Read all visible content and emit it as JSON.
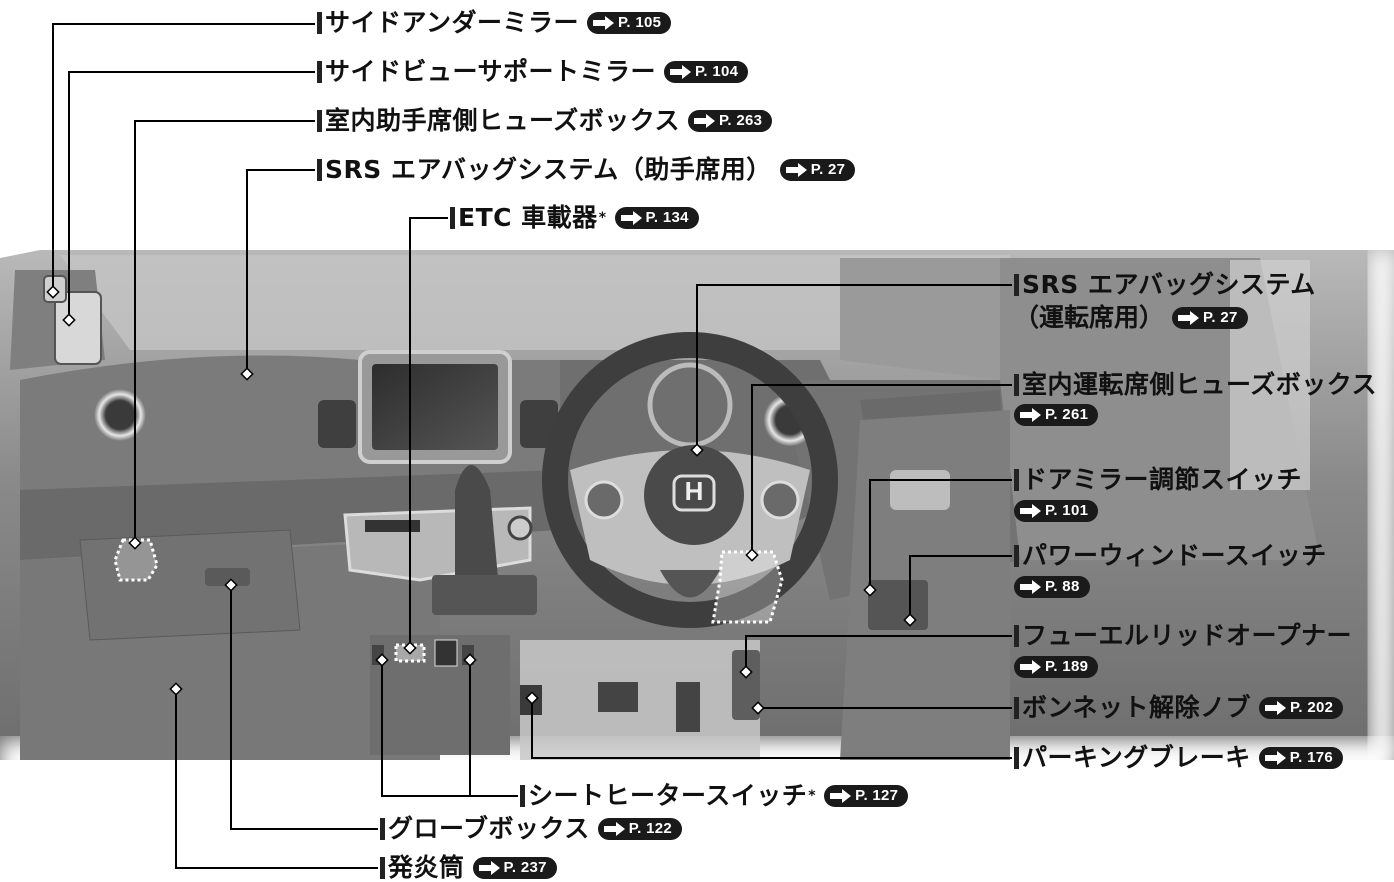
{
  "labels": {
    "side_under_mirror": {
      "text": "サイドアンダーミラー",
      "page": "P. 105"
    },
    "side_view_mirror": {
      "text": "サイドビューサポートミラー",
      "page": "P. 104"
    },
    "fuse_passenger": {
      "text": "室内助手席側ヒューズボックス",
      "page": "P. 263"
    },
    "airbag_passenger": {
      "text": "SRS エアバッグシステム（助手席用）",
      "page": "P. 27"
    },
    "etc": {
      "text": "ETC 車載器",
      "star": "*",
      "page": "P. 134"
    },
    "airbag_driver_1": {
      "text": "SRS エアバッグシステム"
    },
    "airbag_driver_2": {
      "text": "（運転席用）",
      "page": "P. 27"
    },
    "fuse_driver": {
      "text": "室内運転席側ヒューズボックス",
      "page": "P. 261"
    },
    "door_mirror": {
      "text": "ドアミラー調節スイッチ",
      "page": "P. 101"
    },
    "power_window": {
      "text": "パワーウィンドースイッチ",
      "page": "P. 88"
    },
    "fuel_lid": {
      "text": "フューエルリッドオープナー",
      "page": "P. 189"
    },
    "bonnet": {
      "text": "ボンネット解除ノブ",
      "page": "P. 202"
    },
    "parking_brake": {
      "text": "パーキングブレーキ",
      "page": "P. 176"
    },
    "seat_heater": {
      "text": "シートヒータースイッチ",
      "star": "*",
      "page": "P. 127"
    },
    "glove_box": {
      "text": "グローブボックス",
      "page": "P. 122"
    },
    "flare": {
      "text": "発炎筒",
      "page": "P. 237"
    }
  },
  "emblem": "H"
}
